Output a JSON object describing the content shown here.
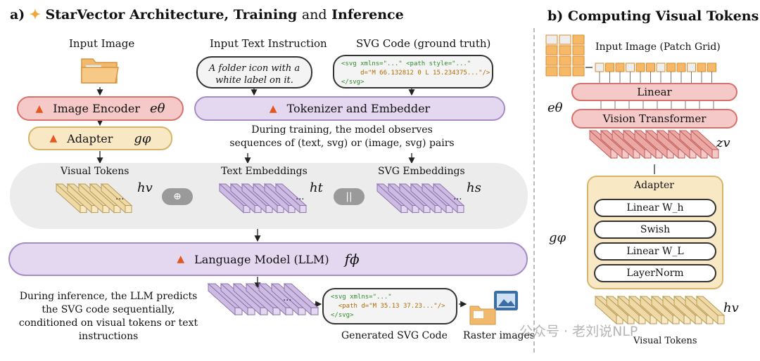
{
  "panel_a": {
    "label": "a)",
    "title_plain_1": "StarVector Architecture,",
    "title_bold_2": "Training",
    "title_plain_2": "and",
    "title_bold_3": "Inference",
    "input_image_caption": "Input Image",
    "input_text_caption": "Input Text Instruction",
    "svg_code_caption": "SVG Code (ground truth)",
    "instruction_text": "A folder icon with a white label on it.",
    "svg_gt_line1": "<svg xmlns=\"...\" <path style=\"...\"",
    "svg_gt_line2": "d=\"M 66.132812 0 L 15.234375...\"/>",
    "svg_gt_line3": "</svg>",
    "image_encoder_label": "Image Encoder",
    "image_encoder_symbol": "eθ",
    "adapter_label": "Adapter",
    "adapter_symbol": "gφ",
    "tokenizer_label": "Tokenizer and  Embedder",
    "training_note": "During training, the model observes sequences of (text, svg) or (image, svg) pairs",
    "visual_tokens_label": "Visual Tokens",
    "visual_tokens_symbol": "hv",
    "text_embeddings_label": "Text Embeddings",
    "text_embeddings_symbol": "ht",
    "svg_embeddings_label": "SVG Embeddings",
    "svg_embeddings_symbol": "hs",
    "op_sum": "⊕",
    "op_concat": "||",
    "ellipsis": "...",
    "llm_label": "Language Model (LLM)",
    "llm_symbol": "fϕ",
    "inference_note": "During inference, the LLM predicts the SVG code sequentially, conditioned on visual tokens or text instructions",
    "gen_line1": "<svg xmlns=\"...\"",
    "gen_line2": "<path d=\"M 35.13 37.23...\"/>",
    "gen_line3": "</svg>",
    "generated_caption": "Generated SVG Code",
    "raster_caption": "Raster images"
  },
  "panel_b": {
    "label": "b)",
    "title": "Computing Visual Tokens",
    "patch_grid_caption": "Input Image (Patch Grid)",
    "linear_label": "Linear",
    "vit_label": "Vision Transformer",
    "encoder_symbol": "eθ",
    "zv_symbol": "zv",
    "adapter_title": "Adapter",
    "adapter_symbol": "gφ",
    "adapter_items": [
      "Linear  W_h",
      "Swish",
      "Linear  W_L",
      "LayerNorm"
    ],
    "hv_symbol": "hv",
    "visual_tokens_caption": "Visual Tokens"
  },
  "watermark": "公众号 · 老刘说NLP",
  "colors": {
    "red_fill": "#f4c9c7",
    "red_border": "#d8716c",
    "purple_fill": "#e3d8ef",
    "purple_border": "#a68bc6",
    "yellow_fill": "#f8e8c4",
    "yellow_border": "#d8b46a",
    "orange_patch": "#f6b968"
  }
}
